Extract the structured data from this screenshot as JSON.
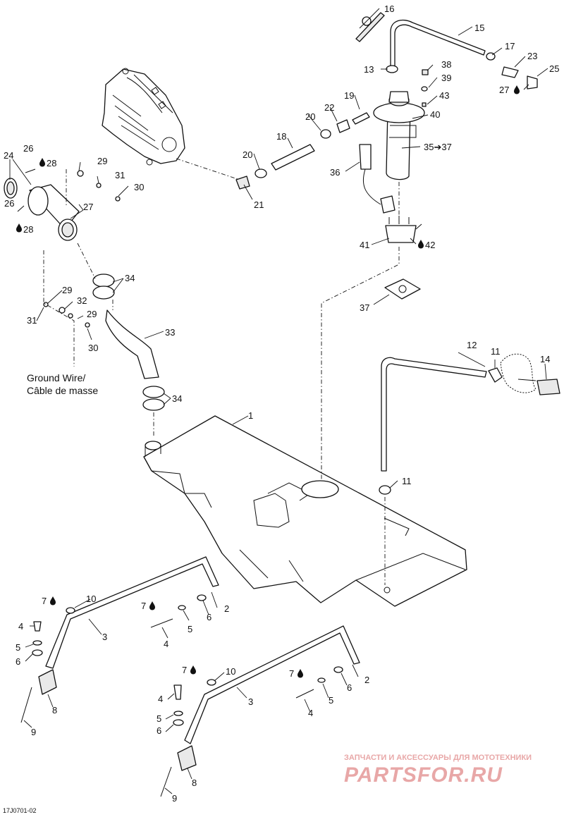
{
  "diagram_code": "17J0701-02",
  "ground_wire_label": [
    "Ground Wire/",
    "Câble de masse"
  ],
  "watermark": {
    "line1": "ЗАПЧАСТИ И АКСЕССУАРЫ ДЛЯ МОТОТЕХНИКИ",
    "line2": "PARTSFOR.RU",
    "color": "#e8a7a7"
  },
  "callouts": {
    "p1": "1",
    "p2a": "2",
    "p2b": "2",
    "p3a": "3",
    "p3b": "3",
    "p4a": "4",
    "p4b": "4",
    "p4c": "4",
    "p4d": "4",
    "p5a": "5",
    "p5b": "5",
    "p5c": "5",
    "p5d": "5",
    "p6a": "6",
    "p6b": "6",
    "p6c": "6",
    "p6d": "6",
    "p7a": "7",
    "p7b": "7",
    "p7c": "7",
    "p7d": "7",
    "p8a": "8",
    "p8b": "8",
    "p9a": "9",
    "p9b": "9",
    "p10a": "10",
    "p10b": "10",
    "p11a": "11",
    "p11b": "11",
    "p12": "12",
    "p13": "13",
    "p14": "14",
    "p15": "15",
    "p16": "16",
    "p17": "17",
    "p18": "18",
    "p19": "19",
    "p20a": "20",
    "p20b": "20",
    "p21": "21",
    "p22": "22",
    "p23": "23",
    "p24": "24",
    "p25": "25",
    "p26a": "26",
    "p26b": "26",
    "p27a": "27",
    "p27b": "27",
    "p28a": "28",
    "p28b": "28",
    "p29a": "29",
    "p29b": "29",
    "p29c": "29",
    "p30a": "30",
    "p30b": "30",
    "p31a": "31",
    "p31b": "31",
    "p32": "32",
    "p33": "33",
    "p34a": "34",
    "p34b": "34",
    "p35_37": "35➔37",
    "p36": "36",
    "p37": "37",
    "p38": "38",
    "p39": "39",
    "p40": "40",
    "p41": "41",
    "p42": "42",
    "p43": "43"
  }
}
